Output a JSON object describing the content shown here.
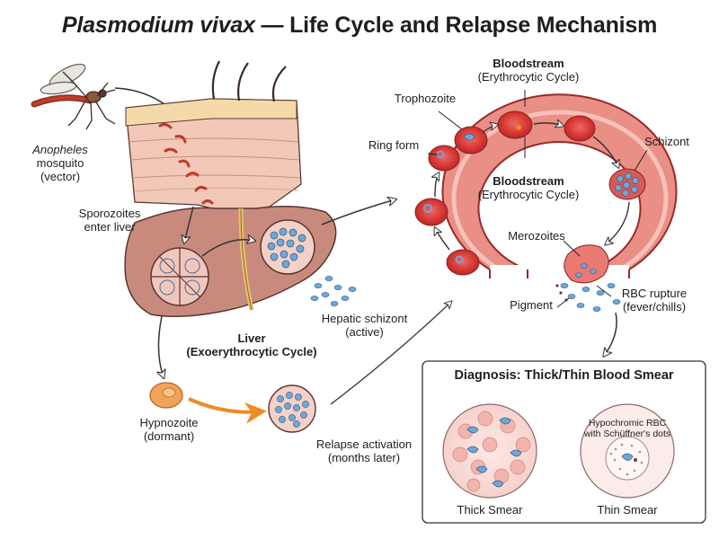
{
  "title": {
    "species": "Plasmodium vivax",
    "rest": " — Life Cycle and Relapse Mechanism"
  },
  "vector": {
    "name": "Anopheles",
    "line2": "mosquito",
    "line3": "(vector)"
  },
  "labels": {
    "sporozoites_1": "Sporozoites",
    "sporozoites_2": "enter liver",
    "liver_1": "Liver",
    "liver_2": "(Exoerythrocytic Cycle)",
    "hepatic_1": "Hepatic schizont",
    "hepatic_2": "(active)",
    "hypno_1": "Hypnozoite",
    "hypno_2": "(dormant)",
    "relapse_1": "Relapse activation",
    "relapse_2": "(months later)",
    "blood_top_1": "Bloodstream",
    "blood_top_2": "(Erythrocytic Cycle)",
    "blood_mid_1": "Bloodstream",
    "blood_mid_2": "(Erythrocytic Cycle)",
    "trophozoite": "Trophozoite",
    "ring": "Ring form",
    "schizont": "Schizont",
    "merozoites": "Merozoites",
    "pigment": "Pigment",
    "rupture_1": "RBC rupture",
    "rupture_2": "(fever/chills)"
  },
  "diagnosis": {
    "title": "Diagnosis: Thick/Thin Blood Smear",
    "thick": "Thick Smear",
    "thin": "Thin Smear",
    "note_1": "Hypochromic RBC",
    "note_2": "with Schüffner's dots"
  },
  "colors": {
    "rbc": "#d83a3a",
    "vessel": "#e98f86",
    "liver": "#c98478",
    "parasite": "#6fa7d6",
    "hypnozoite": "#f2a35a",
    "arrow_orange": "#f08a24"
  }
}
